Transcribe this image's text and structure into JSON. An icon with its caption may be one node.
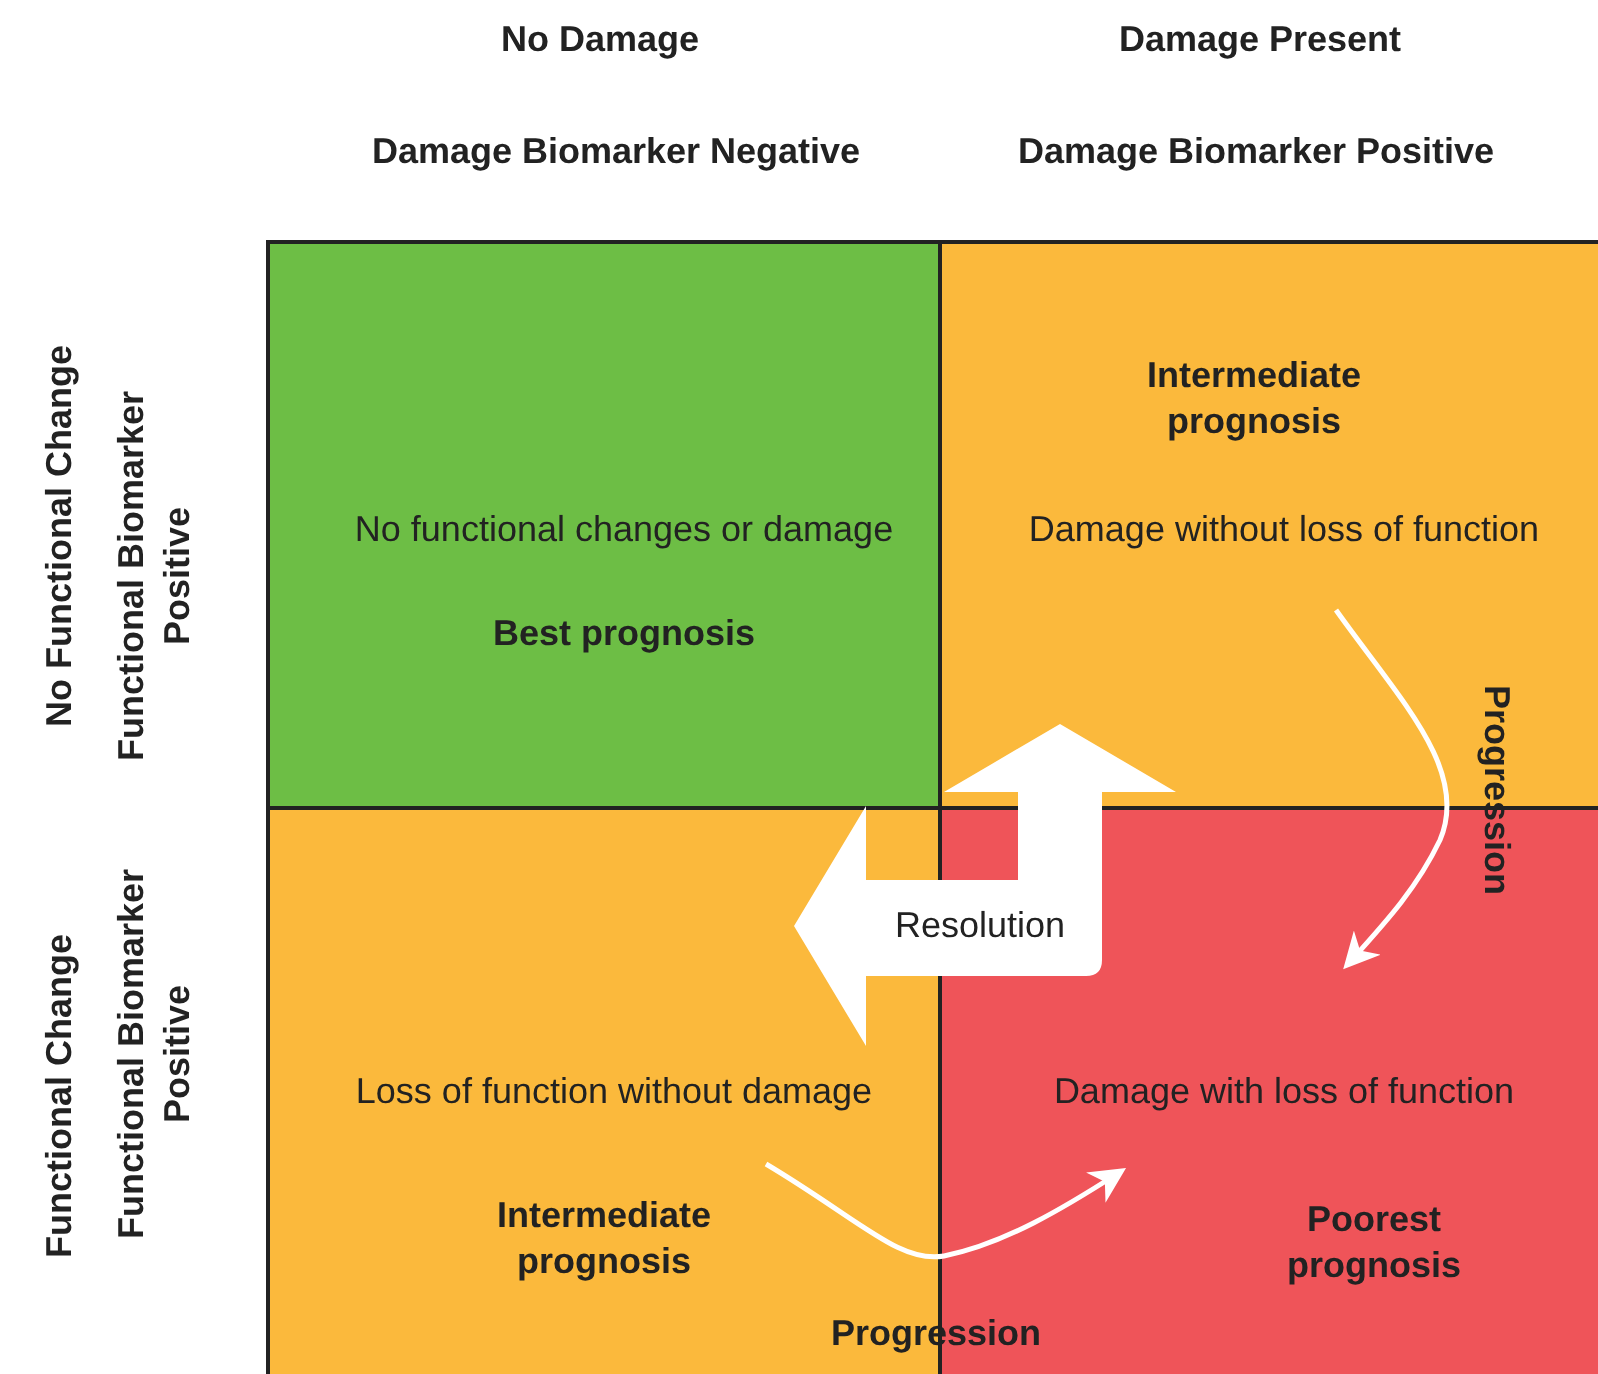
{
  "diagram": {
    "nodes": [
      {
        "text": [
          "No functional changes or damage",
          "Best prognosis"
        ]
      },
      {
        "text": [
          "Intermediate prognosis",
          "Damage without loss of function"
        ]
      },
      {
        "text": [
          "Loss of function without damage",
          "Intermediate prognosis"
        ]
      },
      {
        "text": [
          "Damage with loss of function",
          "Poorest prognosis"
        ]
      }
    ],
    "edges": [
      {
        "from": 1,
        "to": 3,
        "arrow": "to",
        "label": "Progression"
      },
      {
        "from": 2,
        "to": 3,
        "arrow": "to",
        "label": "Progression"
      },
      {
        "from": 2,
        "to": 1,
        "arrow": "both",
        "label": "Resolution",
        "style": "thick"
      }
    ],
    "labels": [
      "No Damage",
      "Damage Present",
      "Damage Biomarker Negative",
      "Damage Biomarker Positive",
      "No Functional Change",
      "Functional Biomarker Positive",
      "Functional Change",
      "Functional Biomarker Positive"
    ]
  }
}
